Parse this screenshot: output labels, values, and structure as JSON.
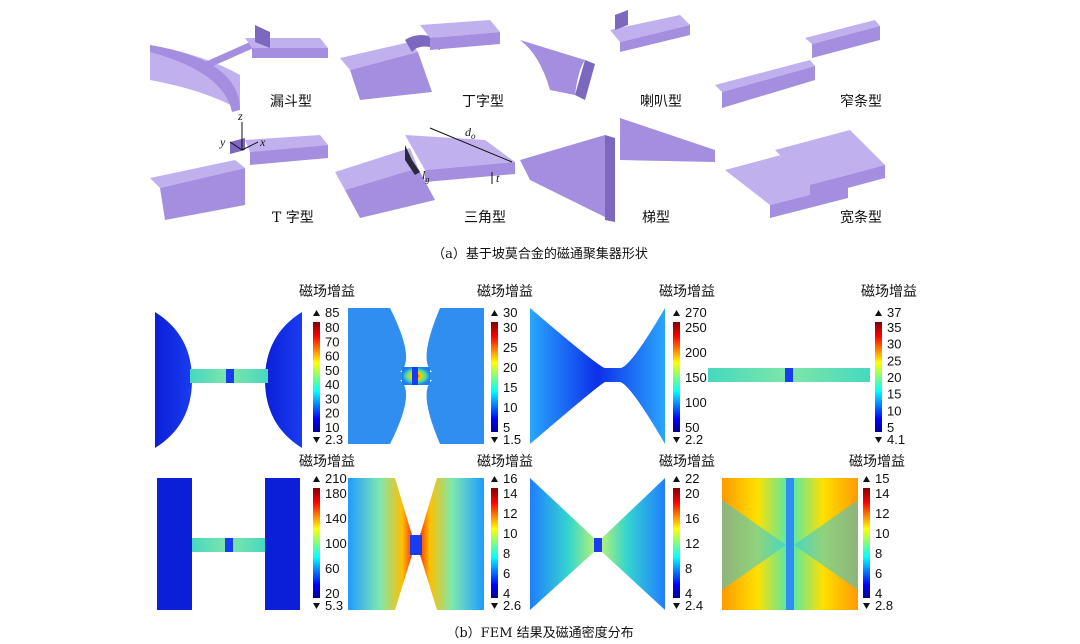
{
  "panel_a": {
    "caption": "（a）基于坡莫合金的磁通聚集器形状",
    "shapes": [
      {
        "label": "漏斗型",
        "kind": "funnel"
      },
      {
        "label": "丁字型",
        "kind": "ding"
      },
      {
        "label": "喇叭型",
        "kind": "horn"
      },
      {
        "label": "窄条型",
        "kind": "narrow"
      },
      {
        "label": "T 字型",
        "kind": "tee"
      },
      {
        "label": "三角型",
        "kind": "triangle"
      },
      {
        "label": "梯型",
        "kind": "trapezoid"
      },
      {
        "label": "宽条型",
        "kind": "wide"
      }
    ],
    "axes": {
      "z": "z",
      "y": "y",
      "x": "x"
    },
    "dims": {
      "do": "d",
      "do_sub": "o",
      "t": "t",
      "lg": "l",
      "lg_sub": "g"
    }
  },
  "panel_b": {
    "caption": "（b）FEM 结果及磁通密度分布",
    "colorbar_title": "磁场增益",
    "colorbars": [
      {
        "max": "85",
        "min": "2.3",
        "ticks": [
          "80",
          "70",
          "60",
          "50",
          "40",
          "30",
          "20",
          "10"
        ]
      },
      {
        "max": "30",
        "min": "1.5",
        "ticks": [
          "30",
          "25",
          "20",
          "15",
          "10",
          "5"
        ]
      },
      {
        "max": "270",
        "min": "2.2",
        "ticks": [
          "250",
          "200",
          "150",
          "100",
          "50"
        ]
      },
      {
        "max": "37",
        "min": "4.1",
        "ticks": [
          "35",
          "30",
          "25",
          "20",
          "15",
          "10",
          "5"
        ]
      },
      {
        "max": "210",
        "min": "5.3",
        "ticks": [
          "180",
          "140",
          "100",
          "60",
          "20"
        ]
      },
      {
        "max": "16",
        "min": "2.6",
        "ticks": [
          "14",
          "12",
          "10",
          "8",
          "6",
          "4"
        ]
      },
      {
        "max": "22",
        "min": "2.4",
        "ticks": [
          "20",
          "16",
          "12",
          "8",
          "4"
        ]
      },
      {
        "max": "15",
        "min": "2.8",
        "ticks": [
          "14",
          "12",
          "10",
          "8",
          "6",
          "4"
        ]
      }
    ]
  },
  "colors": {
    "shape": "#a48ee0",
    "shape_dark": "#7d68c0",
    "shape_light": "#c2b3f0"
  }
}
